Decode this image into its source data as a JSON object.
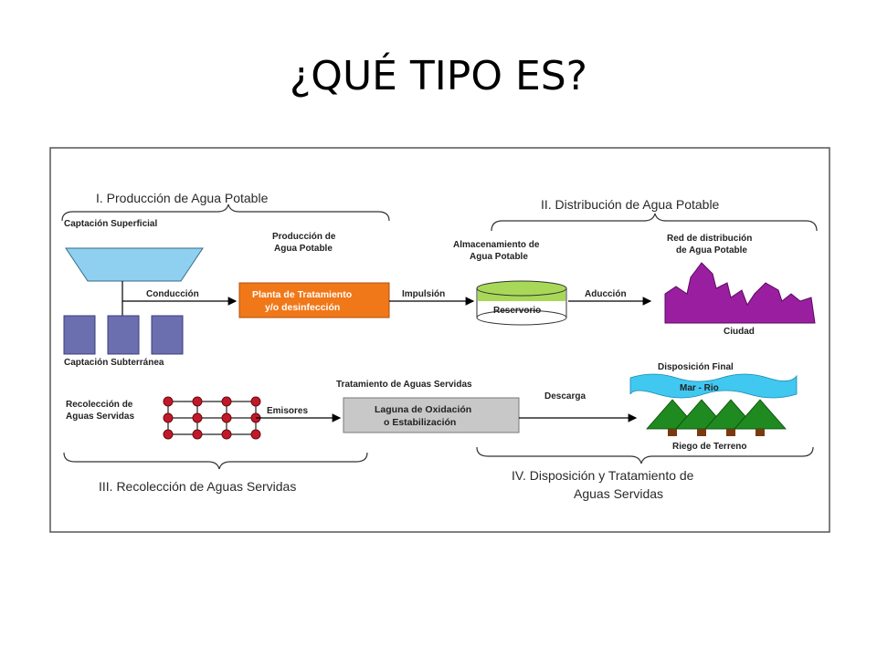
{
  "slide": {
    "title": "¿QUÉ TIPO ES?"
  },
  "diagram": {
    "sections": {
      "production": "I. Producción de Agua Potable",
      "distribution": "II. Distribución de Agua Potable",
      "collection": "III. Recolección de Aguas Servidas",
      "disposal_line1": "IV. Disposición y Tratamiento de",
      "disposal_line2": "Aguas Servidas"
    },
    "labels": {
      "surface_capture": "Captación Superficial",
      "underground_capture": "Captación Subterránea",
      "conduction": "Conducción",
      "production_line1": "Producción de",
      "production_line2": "Agua Potable",
      "plant_line1": "Planta de Tratamiento",
      "plant_line2": "y/o desinfección",
      "impulsion": "Impulsión",
      "storage_line1": "Almacenamiento de",
      "storage_line2": "Agua Potable",
      "reservoir": "Reservorio",
      "aduccion": "Aducción",
      "network_line1": "Red de distribución",
      "network_line2": "de Agua Potable",
      "city": "Ciudad",
      "collection_line1": "Recolección de",
      "collection_line2": "Aguas Servidas",
      "emisores": "Emisores",
      "treatment": "Tratamiento de Aguas Servidas",
      "lagoon_line1": "Laguna de Oxidación",
      "lagoon_line2": "o Estabilización",
      "descarga": "Descarga",
      "final_disposal": "Disposición Final",
      "sea_river": "Mar - Rio",
      "irrigation": "Riego de Terreno"
    },
    "colors": {
      "surface_tank": "#8fd0f0",
      "wells": "#6b6fb0",
      "plant_box": "#f07818",
      "reservoir": "#a8d858",
      "city": "#9a1fa0",
      "nodes": "#c01a2a",
      "lagoon_box": "#c8c8c8",
      "water": "#40c8f0",
      "trees": "#1f8a1f"
    }
  }
}
